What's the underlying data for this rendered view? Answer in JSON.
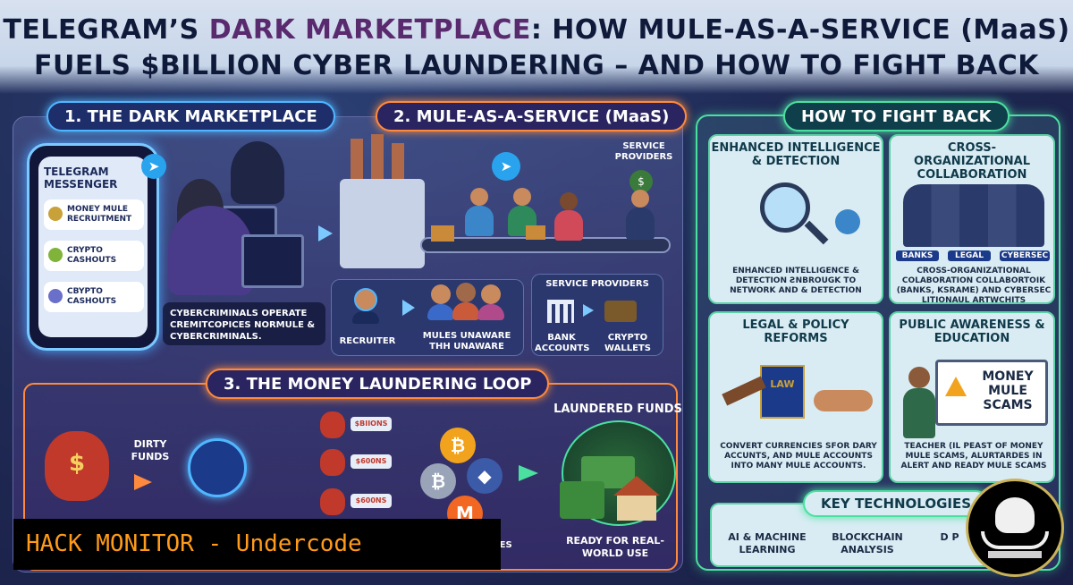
{
  "title": {
    "line1_a": "TELEGRAM’S",
    "line1_b": "DARK MARKETPLACE",
    "line1_c": ": HOW MULE-AS-A-SERVICE (MaaS)",
    "line2": "FUELS $BILLION CYBER LAUNDERING – AND HOW TO FIGHT BACK"
  },
  "section1": {
    "label": "1. THE DARK MARKETPLACE",
    "phone_title": "TELEGRAM MESSENGER",
    "items": [
      "MONEY MULE RECRUITMENT",
      "CRYPTO CASHOUTS",
      "CBYPTO CASHOUTS"
    ],
    "caption": "CYBERCRIMINALS OPERATE CREMITCOPICES NORMULE & CYBERCRIMINALS."
  },
  "section2": {
    "label": "2. MULE-AS-A-SERVICE (MaaS)",
    "service_providers_top": "SERVICE PROVIDERS",
    "recruiter": "RECRUITER",
    "mules": "MULES UNAWARE THH UNAWARE",
    "service_providers": "SERVICE PROVIDERS",
    "bank": "BANK ACCOUNTS",
    "crypto": "CRYPTO WALLETS"
  },
  "section3": {
    "label": "3. THE MONEY LAUNDERING LOOP",
    "dirty_funds": "DIRTY FUNDS",
    "tags": [
      "$BIIONS",
      "$600NS",
      "$600NS"
    ],
    "laundered": "LAUNDERED FUNDS",
    "ready": "READY FOR REAL-WORLD USE",
    "partial": "RIES"
  },
  "fight": {
    "label": "HOW TO FIGHT BACK",
    "cards": [
      {
        "title": "ENHANCED INTELLIGENCE & DETECTION",
        "text": "ENHANCED INTELLIGENCE & DETECTION ƧNBROUGK TO NETWORK AND & DETECTION"
      },
      {
        "title": "CROSS-ORGANIZATIONAL COLLABORATION",
        "text": "CROSS-ORGANIZATIONAL COLABORATION COLLABORTOIK (BANKS, KSRAME) AND CYBERSEC LITIONAUL ARTWCHITS"
      },
      {
        "title": "LEGAL & POLICY REFORMS",
        "text": "CONVERT CURRENCIES SFOR DARY ACCUNTS, AND MULE ACCOUNTS INTO MANY MULE ACCOUNTS."
      },
      {
        "title": "PUBLIC AWARENESS & EDUCATION",
        "text": "TEACHER (IL PEAST OF MONEY MULE SCAMS, ALURTARDES IN ALERT AND READY MULE SCAMS"
      }
    ],
    "collab_tags": [
      "BANKS",
      "LEGAL",
      "CYBERSEC"
    ],
    "law": "LAW",
    "scam_sign": "MONEY MULE SCAMS",
    "tech_label": "KEY TECHNOLOGIES",
    "tech": [
      "AI & MACHINE LEARNING",
      "BLOCKCHAIN ANALYSIS",
      "D P"
    ]
  },
  "banner": "HACK MONITOR - Undercode",
  "colors": {
    "accent_blue": "#4fb6ff",
    "accent_orange": "#ff8a3d",
    "accent_green": "#4be0a0",
    "banner_text": "#ff9a1a"
  }
}
